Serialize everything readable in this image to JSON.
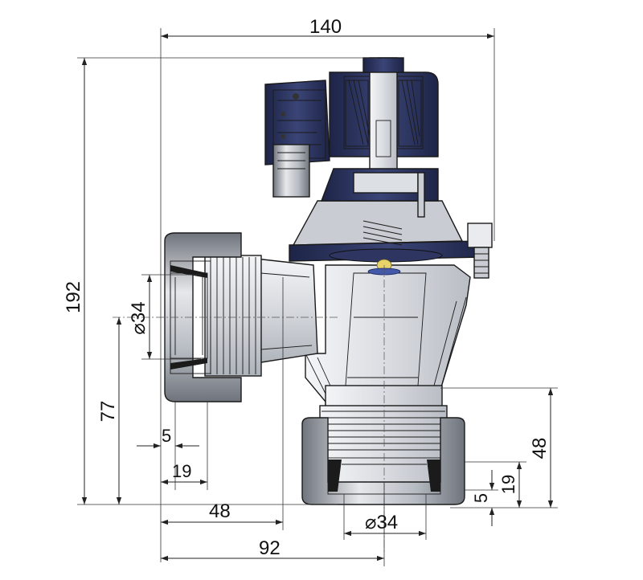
{
  "dimensions": {
    "overall_width": "140",
    "overall_height": "192",
    "inlet_diameter": "34",
    "inlet_center_height": "77",
    "inlet_thread_5": "5",
    "inlet_thread_19": "19",
    "inlet_offset_48": "48",
    "outlet_center_92": "92",
    "outlet_diameter": "34",
    "outlet_height_48": "48",
    "outlet_thread_19": "19",
    "outlet_thread_5": "5"
  },
  "symbols": {
    "diameter": "⌀"
  },
  "colors": {
    "body_light": "#e9ebee",
    "body_mid": "#c9ccd2",
    "body_dark": "#9aa0a8",
    "navy": "#232b52",
    "navy_light": "#3b4576",
    "yellow_seat": "#e8d36a",
    "blue_seat": "#4358a6"
  }
}
